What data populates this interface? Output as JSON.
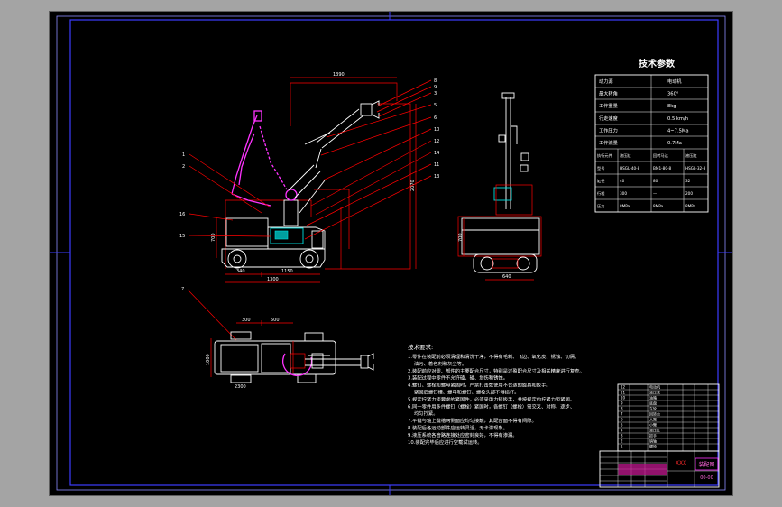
{
  "colors": {
    "canvas": "#000000",
    "window_bg": "#a4a4a4",
    "frame": "#3d3dff",
    "construction": "#ff0000",
    "outline": "#ffffff",
    "ghost_arm": "#ff33ff",
    "hydraulic": "#00e0e0"
  },
  "side_view": {
    "balloons_left": [
      "1",
      "2",
      "16",
      "15"
    ],
    "balloons_right": [
      "8",
      "9",
      "3",
      "5",
      "6",
      "10",
      "12",
      "14",
      "11",
      "13"
    ],
    "dim_top": "1390",
    "dim_right": "2070",
    "dim_left": "700",
    "dim_bottom_a": "340",
    "dim_bottom_b": "1150",
    "dim_overall": "1300"
  },
  "front_view": {
    "dim_height": "700",
    "dim_width": "640"
  },
  "top_view": {
    "balloon": "7",
    "dim_a": "300",
    "dim_b": "500",
    "dim_side": "1000",
    "dim_bottom": "2300"
  },
  "params_table": {
    "title": "技术参数",
    "rows": [
      {
        "label": "动力源",
        "value": "电动机"
      },
      {
        "label": "最大转角",
        "value": "360°"
      },
      {
        "label": "工作重量",
        "value": "8kg"
      },
      {
        "label": "行走速度",
        "value": "0.5 km/h"
      },
      {
        "label": "工作压力",
        "value": "4~7.5Ma"
      },
      {
        "label": "工作流量",
        "value": "0.7Ma"
      }
    ],
    "grid": [
      [
        "执行元件",
        "液压缸",
        "回转马达",
        "液压缸"
      ],
      [
        "型号",
        "HSGL-40-8",
        "BM1-80-8",
        "HSGL-32-8"
      ],
      [
        "缸径",
        "40",
        "80",
        "32"
      ],
      [
        "行程",
        "300",
        "—",
        "200"
      ],
      [
        "压力",
        "8MPa",
        "8MPa",
        "8MPa"
      ]
    ]
  },
  "requirements": {
    "title": "技术要求:",
    "items": [
      "1.零件在装配前必须清理和清洗干净，不得有毛刺、飞边、氧化皮、锈蚀、切屑、",
      "油污、着色剂和灰尘等。",
      "2.装配前应对零、部件的主要配合尺寸，特别是过盈配合尺寸及相关精度进行复查。",
      "3.装配过程中零件不允许磕、碰、划伤和锈蚀。",
      "4.螺钉、螺栓和螺母紧固时，严禁打击或使用不合适的旋具和扳手。",
      "紧固后螺钉槽、螺母和螺钉、螺栓头部不得损坏。",
      "5.规定拧紧力矩要求的紧固件，必须采用力矩扳手，并按规定的拧紧力矩紧固。",
      "6.同一零件用多件螺钉（螺栓）紧固时，各螺钉（螺栓）需交叉、对称、逐步、",
      "均匀拧紧。",
      "7.平键与轴上键槽两侧面应均匀接触，其配合面不得有间隙。",
      "8.装配后各运动部件应运转灵活，无卡滞现象。",
      "9.液压系统各管路连接处应密封良好，不得有渗漏。",
      "10.装配完毕后应进行空载试运转。"
    ]
  },
  "bom": {
    "rows": [
      [
        "12",
        "电动机"
      ],
      [
        "11",
        "液压泵"
      ],
      [
        "10",
        "油箱"
      ],
      [
        "9",
        "底盘"
      ],
      [
        "8",
        "车轮"
      ],
      [
        "7",
        "回转台"
      ],
      [
        "6",
        "大臂"
      ],
      [
        "5",
        "小臂"
      ],
      [
        "4",
        "液压缸"
      ],
      [
        "3",
        "抓手"
      ],
      [
        "2",
        "销轴"
      ],
      [
        "1",
        "螺栓"
      ]
    ]
  },
  "title_block": {
    "name_red": "XXX",
    "drawing_title": "装配图",
    "drawing_number": "00-00"
  }
}
